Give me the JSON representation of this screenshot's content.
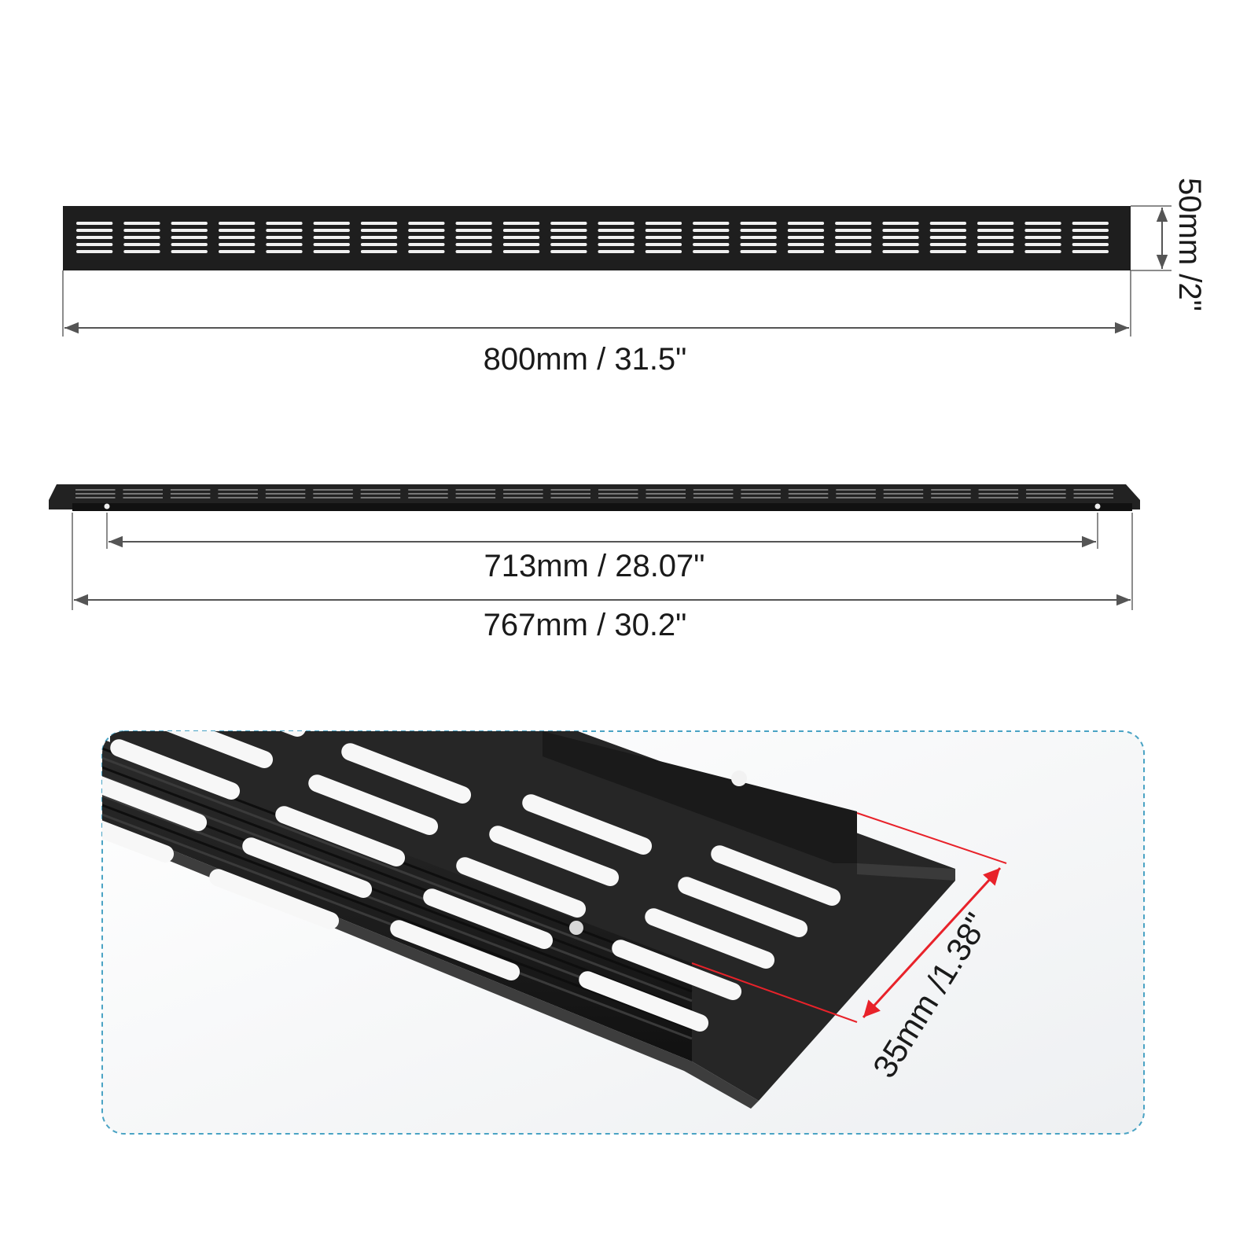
{
  "dimensions": {
    "top_length": "800mm / 31.5\"",
    "top_height": "50mm /2\"",
    "side_hole_spacing": "713mm / 28.07\"",
    "side_length": "767mm / 30.2\"",
    "detail_depth": "35mm /1.38\""
  },
  "colors": {
    "grille": "#1e1e1e",
    "dimension_line": "#555555",
    "detail_arrow": "#e8222a",
    "detail_frame": "#4aa3c4"
  },
  "grille": {
    "slot_groups": 22,
    "slots_per_group": 5
  }
}
